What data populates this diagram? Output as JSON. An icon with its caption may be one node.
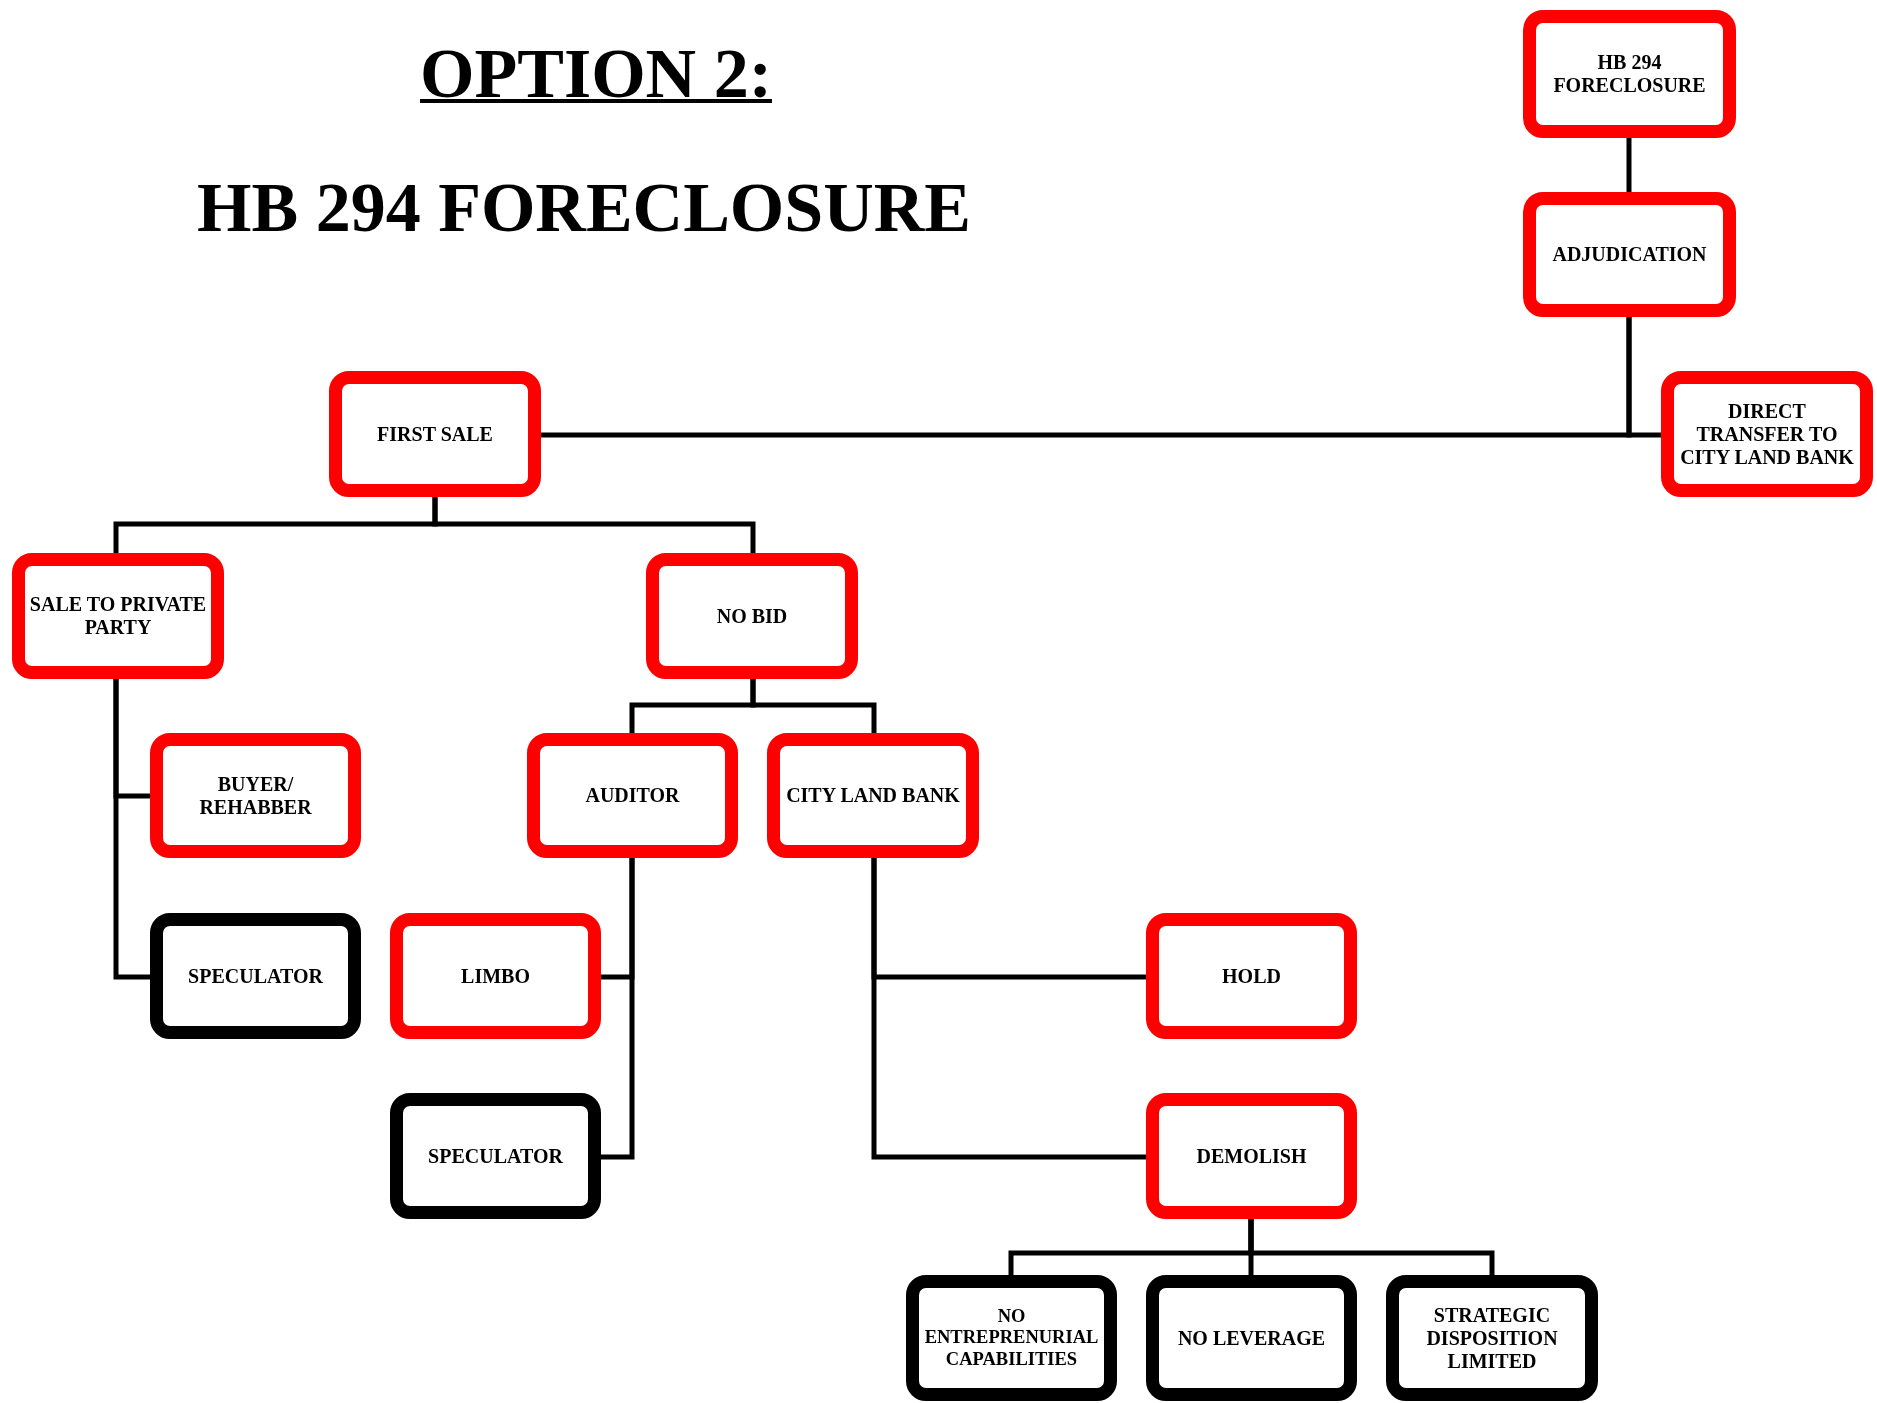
{
  "diagram": {
    "title": "OPTION 2:",
    "nodes": [
      {
        "text": [
          "HB 294 FORECLOSURE"
        ]
      },
      {
        "text": [
          "ADJUDICATION"
        ]
      },
      {
        "text": [
          "FIRST SALE"
        ]
      },
      {
        "text": [
          "DIRECT TRANSFER TO CITY LAND BANK"
        ]
      },
      {
        "text": [
          "SALE TO PRIVATE PARTY"
        ]
      },
      {
        "text": [
          "NO BID"
        ]
      },
      {
        "text": [
          "BUYER/ REHABBER"
        ]
      },
      {
        "text": [
          "SPECULATOR"
        ]
      },
      {
        "text": [
          "AUDITOR"
        ]
      },
      {
        "text": [
          "CITY LAND BANK"
        ]
      },
      {
        "text": [
          "LIMBO"
        ]
      },
      {
        "text": [
          "SPECULATOR"
        ]
      },
      {
        "text": [
          "HOLD"
        ]
      },
      {
        "text": [
          "DEMOLISH"
        ]
      },
      {
        "text": [
          "NO ENTREPRENURIAL CAPABILITIES"
        ]
      },
      {
        "text": [
          "NO LEVERAGE"
        ]
      },
      {
        "text": [
          "STRATEGIC DISPOSITION LIMITED"
        ]
      }
    ],
    "edges": [
      {
        "from": 0,
        "to": 1,
        "arrow": "none"
      },
      {
        "from": 1,
        "to": 2,
        "arrow": "none"
      },
      {
        "from": 1,
        "to": 3,
        "arrow": "none"
      },
      {
        "from": 2,
        "to": 4,
        "arrow": "none"
      },
      {
        "from": 2,
        "to": 5,
        "arrow": "none"
      },
      {
        "from": 4,
        "to": 6,
        "arrow": "none"
      },
      {
        "from": 4,
        "to": 7,
        "arrow": "none"
      },
      {
        "from": 5,
        "to": 8,
        "arrow": "none"
      },
      {
        "from": 5,
        "to": 9,
        "arrow": "none"
      },
      {
        "from": 8,
        "to": 10,
        "arrow": "none"
      },
      {
        "from": 8,
        "to": 11,
        "arrow": "none"
      },
      {
        "from": 9,
        "to": 12,
        "arrow": "none"
      },
      {
        "from": 9,
        "to": 13,
        "arrow": "none"
      },
      {
        "from": 13,
        "to": 14,
        "arrow": "none"
      },
      {
        "from": 13,
        "to": 15,
        "arrow": "none"
      },
      {
        "from": 13,
        "to": 16,
        "arrow": "none"
      }
    ],
    "labels": [
      "HB 294 FORECLOSURE"
    ]
  }
}
